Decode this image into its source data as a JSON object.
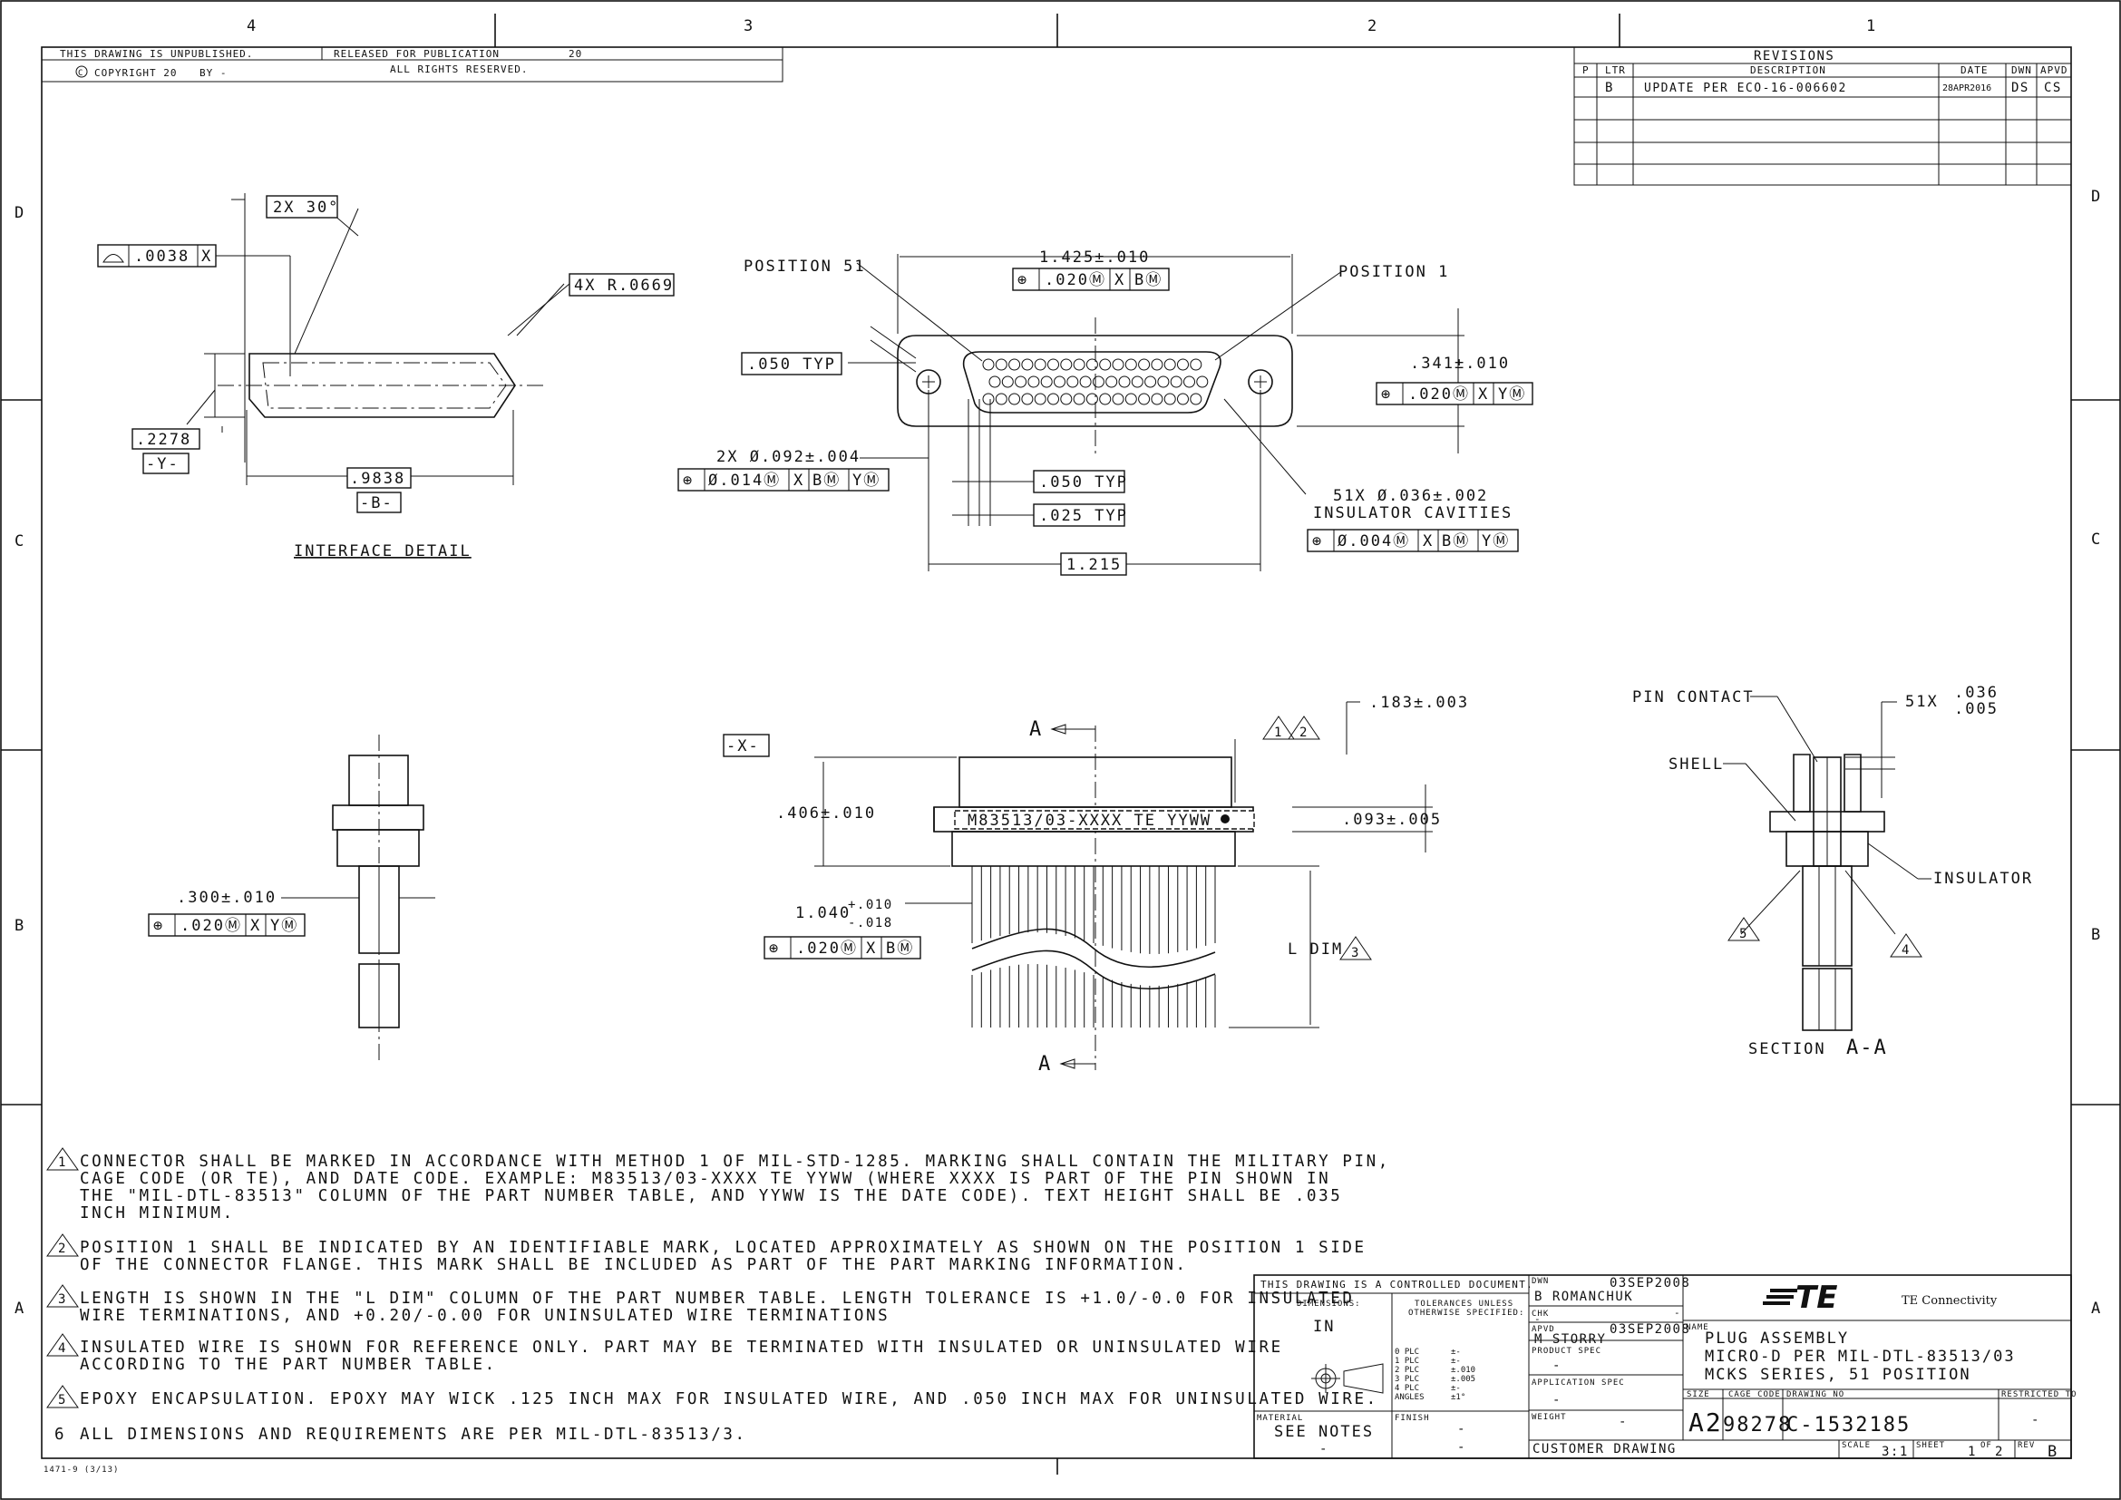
{
  "zones": {
    "cols": [
      "4",
      "3",
      "2",
      "1"
    ],
    "rows": [
      "D",
      "C",
      "B",
      "A"
    ]
  },
  "header": {
    "unpublished": "THIS DRAWING IS UNPUBLISHED.",
    "copyright": "COPYRIGHT 20",
    "by": "BY -",
    "released": "RELEASED FOR PUBLICATION",
    "year": "20",
    "rights": "ALL RIGHTS RESERVED."
  },
  "revisions": {
    "title": "REVISIONS",
    "cols": [
      "P",
      "LTR",
      "DESCRIPTION",
      "DATE",
      "DWN",
      "APVD"
    ],
    "row": {
      "ltr": "B",
      "desc": "UPDATE PER ECO-16-006602",
      "date": "28APR2016",
      "dwn": "DS",
      "apvd": "CS"
    }
  },
  "interface": {
    "title": "INTERFACE DETAIL",
    "angle": "2X 30°",
    "profile_tol": ".0038",
    "profile_datum": "X",
    "radius": "4X R.0669",
    "height": ".2278",
    "datum_y": "-Y-",
    "width": ".9838",
    "datum_b": "-B-"
  },
  "front": {
    "pos51": "POSITION 51",
    "pos1": "POSITION 1",
    "overall": "1.425±.010",
    "overall_fcf": [
      "⊕",
      ".020Ⓜ",
      "X",
      "BⓂ"
    ],
    "pitch_typ": ".050  TYP",
    "height": ".341±.010",
    "height_fcf": [
      "⊕",
      ".020Ⓜ",
      "X",
      "YⓂ"
    ],
    "holes": "2X Ø.092±.004",
    "holes_fcf": [
      "⊕",
      "Ø.014Ⓜ",
      "X",
      "BⓂ",
      "YⓂ"
    ],
    "row_pitch": ".050 TYP",
    "half_pitch": ".025 TYP",
    "cavities": "51X Ø.036±.002",
    "cavities_label": "INSULATOR CAVITIES",
    "cavities_fcf": [
      "⊕",
      "Ø.004Ⓜ",
      "X",
      "BⓂ",
      "YⓂ"
    ],
    "hole_span": "1.215"
  },
  "side": {
    "dim": ".300±.010",
    "fcf": [
      "⊕",
      ".020Ⓜ",
      "X",
      "YⓂ"
    ]
  },
  "main": {
    "datum_x": "-X-",
    "section_mark": "A",
    "flange_h": ".183±.003",
    "notes_ref": [
      "1",
      "2"
    ],
    "body_h": ".406±.010",
    "marking": "M83513/03-XXXX TE YYWW",
    "flange_t": ".093±.005",
    "pitch_main": "1.040",
    "pitch_plus": "+.010",
    "pitch_minus": "-.018",
    "pitch_fcf": [
      "⊕",
      ".020Ⓜ",
      "X",
      "BⓂ"
    ],
    "ldim": "L DIM",
    "ldim_note": "3"
  },
  "section": {
    "pin": "PIN CONTACT",
    "shell": "SHELL",
    "insulator": "INSULATOR",
    "count": "51X",
    "val1": ".036",
    "val2": ".005",
    "note5": "5",
    "note4": "4",
    "label": "SECTION",
    "label2": "A-A"
  },
  "notes": [
    {
      "n": "1",
      "tri": true,
      "lines": [
        "CONNECTOR SHALL BE MARKED IN ACCORDANCE WITH METHOD 1 OF MIL-STD-1285. MARKING SHALL CONTAIN THE MILITARY PIN,",
        "CAGE CODE (OR TE), AND DATE CODE. EXAMPLE: M83513/03-XXXX TE YYWW (WHERE XXXX IS PART OF THE PIN SHOWN IN",
        "THE \"MIL-DTL-83513\" COLUMN OF THE PART NUMBER TABLE, AND YYWW IS THE DATE CODE). TEXT HEIGHT SHALL BE .035",
        "INCH MINIMUM."
      ]
    },
    {
      "n": "2",
      "tri": true,
      "lines": [
        "POSITION 1 SHALL BE INDICATED BY AN IDENTIFIABLE MARK, LOCATED APPROXIMATELY AS SHOWN ON THE POSITION 1 SIDE",
        "OF THE CONNECTOR FLANGE. THIS MARK SHALL BE INCLUDED AS PART OF THE PART MARKING INFORMATION."
      ]
    },
    {
      "n": "3",
      "tri": true,
      "lines": [
        "LENGTH IS SHOWN IN THE \"L DIM\" COLUMN OF THE PART NUMBER TABLE. LENGTH TOLERANCE IS +1.0/-0.0 FOR INSULATED",
        "WIRE TERMINATIONS, AND +0.20/-0.00 FOR UNINSULATED WIRE TERMINATIONS"
      ]
    },
    {
      "n": "4",
      "tri": true,
      "lines": [
        "INSULATED WIRE IS SHOWN FOR REFERENCE ONLY. PART MAY BE TERMINATED WITH INSULATED OR UNINSULATED WIRE",
        "ACCORDING TO THE PART NUMBER TABLE."
      ]
    },
    {
      "n": "5",
      "tri": true,
      "lines": [
        "EPOXY ENCAPSULATION. EPOXY MAY WICK .125 INCH MAX FOR INSULATED WIRE, AND .050 INCH MAX FOR UNINSULATED WIRE."
      ]
    },
    {
      "n": "6",
      "tri": false,
      "lines": [
        "ALL DIMENSIONS AND REQUIREMENTS ARE PER MIL-DTL-83513/3."
      ]
    }
  ],
  "title_block": {
    "controlled": "THIS DRAWING IS A CONTROLLED DOCUMENT.",
    "dimensions_lbl": "DIMENSIONS:",
    "dimensions": "IN",
    "tol_lbl1": "TOLERANCES UNLESS",
    "tol_lbl2": "OTHERWISE SPECIFIED:",
    "tol_rows": [
      [
        "0 PLC",
        "±-"
      ],
      [
        "1 PLC",
        "±-"
      ],
      [
        "2 PLC",
        "±.010"
      ],
      [
        "3 PLC",
        "±.005"
      ],
      [
        "4 PLC",
        "±-"
      ],
      [
        "ANGLES",
        "±1°"
      ]
    ],
    "material_lbl": "MATERIAL",
    "material": "SEE NOTES",
    "material_sub": "-",
    "finish_lbl": "FINISH",
    "finish": "-",
    "finish_sub": "-",
    "dwn_lbl": "DWN",
    "dwn_date": "03SEP2008",
    "dwn": "B ROMANCHUK",
    "chk_lbl": "CHK",
    "chk_dash": "-",
    "chk_dash2": "-",
    "apvd_lbl": "APVD",
    "apvd_date": "03SEP2008",
    "apvd": "M STORRY",
    "prod_lbl": "PRODUCT SPEC",
    "prod": "-",
    "app_lbl": "APPLICATION SPEC",
    "app": "-",
    "weight_lbl": "WEIGHT",
    "weight": "-",
    "logo": "TE",
    "company": "TE Connectivity",
    "name_lbl": "NAME",
    "name": [
      "PLUG ASSEMBLY",
      "MICRO-D PER MIL-DTL-83513/03",
      "MCKS SERIES, 51 POSITION"
    ],
    "size_lbl": "SIZE",
    "size": "A2",
    "cage_lbl": "CAGE CODE",
    "cage": "98278",
    "dwgno_lbl": "DRAWING NO",
    "dwgno": "C-1532185",
    "restricted_lbl": "RESTRICTED TO",
    "restricted": "-",
    "customer": "CUSTOMER DRAWING",
    "scale_lbl": "SCALE",
    "scale": "3:1",
    "sheet_lbl": "SHEET",
    "sheet": "1",
    "of": "OF",
    "sheets": "2",
    "rev_lbl": "REV",
    "rev": "B"
  },
  "form_no": "1471-9 (3/13)"
}
